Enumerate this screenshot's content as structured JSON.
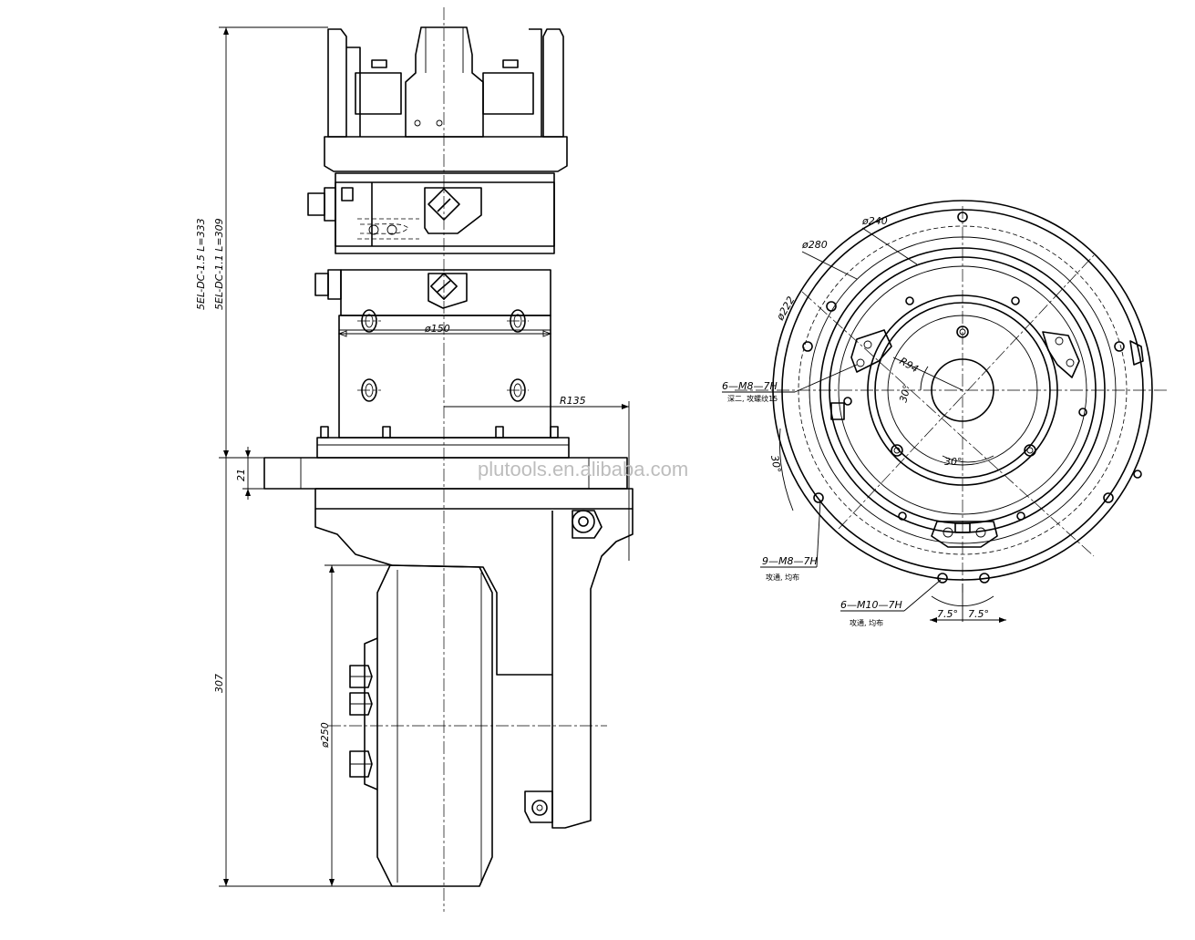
{
  "watermark": "plutools.en.alibaba.com",
  "side_view": {
    "model_label_1": "5EL-DC-1.5  L=333",
    "model_label_2": "5EL-DC-1.1  L=309",
    "motor_diameter": "ø150",
    "radius_label": "R135",
    "flange_height": "21",
    "lower_height": "307",
    "wheel_diameter": "ø250"
  },
  "front_view": {
    "dia_outer": "ø240",
    "dia_bolt": "ø280",
    "dia_pcd": "ø222",
    "radius": "R94",
    "angle_30_a": "30°",
    "angle_30_b": "30°",
    "angle_30_c": "30°",
    "m8_label": "6—M8—7H",
    "m8_note": "深二, 攻螺纹15",
    "m8b_label": "9—M8—7H",
    "m8b_note": "攻通, 均布",
    "m10_label": "6—M10—7H",
    "m10_note": "攻通, 均布",
    "angle_75_a": "7.5°",
    "angle_75_b": "7.5°"
  }
}
